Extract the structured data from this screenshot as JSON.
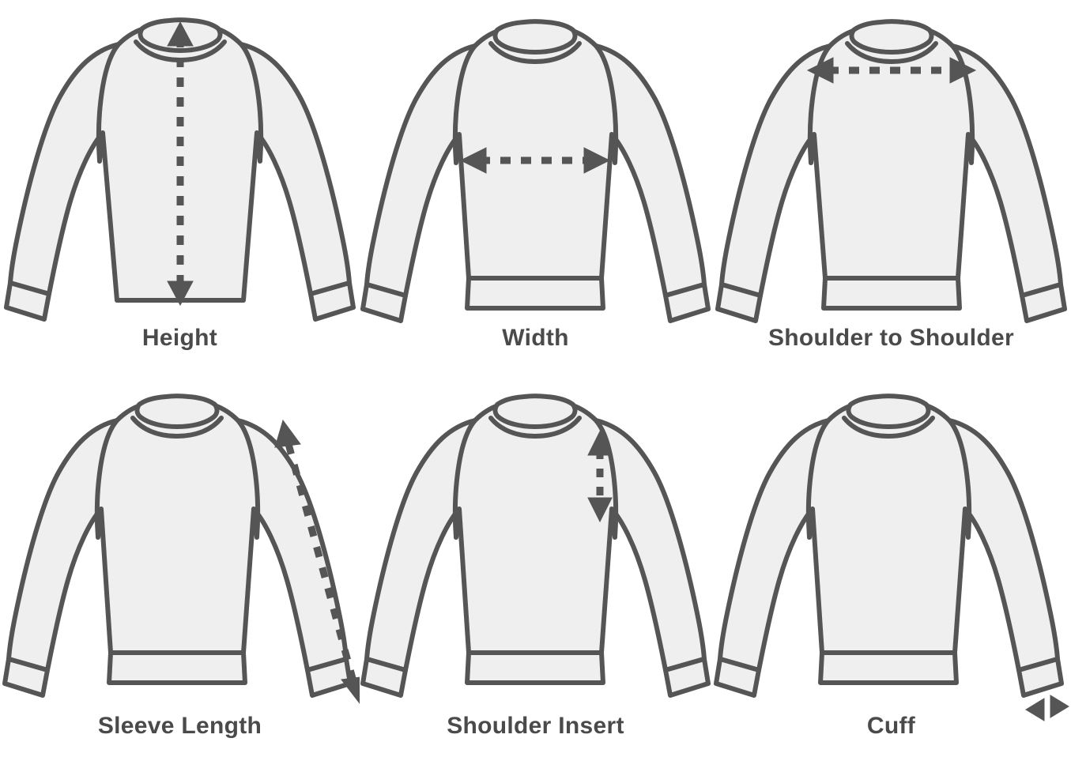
{
  "diagram": {
    "kind": "garment-measurement-guide",
    "garment": "sweater",
    "background_color": "#ffffff",
    "body_fill_color": "#efefef",
    "outline_color": "#555555",
    "arrow_color": "#555555",
    "label_color": "#4a4a4a",
    "columns": 3,
    "rows": 2
  },
  "panels": [
    {
      "id": "height",
      "label": "Height",
      "measure_type": "vertical",
      "arrow_style": "dashed-double-headed",
      "description": "Vertical dashed arrow from the back neck down to the bottom hem",
      "has_hem_band": false,
      "front_opening": true
    },
    {
      "id": "width",
      "label": "Width",
      "measure_type": "horizontal",
      "arrow_style": "dashed-double-headed",
      "description": "Horizontal dashed arrow across the chest from armpit to armpit",
      "has_hem_band": true,
      "front_opening": false
    },
    {
      "id": "shoulder-to-shoulder",
      "label": "Shoulder to Shoulder",
      "measure_type": "horizontal",
      "arrow_style": "dashed-double-headed",
      "description": "Horizontal dashed arrow across the shoulder seams below the collar",
      "has_hem_band": true,
      "front_opening": false
    },
    {
      "id": "sleeve-length",
      "label": "Sleeve Length",
      "measure_type": "diagonal",
      "arrow_style": "dashed-double-headed",
      "description": "Diagonal dashed arrow along the outside of the right sleeve from shoulder to cuff",
      "has_hem_band": true,
      "front_opening": false
    },
    {
      "id": "shoulder-insert",
      "label": "Shoulder Insert",
      "measure_type": "vertical",
      "arrow_style": "dashed-double-headed",
      "description": "Short vertical dashed arrow from the shoulder seam down to the armpit",
      "has_hem_band": true,
      "front_opening": false
    },
    {
      "id": "cuff",
      "label": "Cuff",
      "measure_type": "horizontal",
      "arrow_style": "solid-double-headed-short",
      "description": "Small horizontal arrow across the cuff opening at the sleeve end",
      "has_hem_band": true,
      "front_opening": false
    }
  ]
}
